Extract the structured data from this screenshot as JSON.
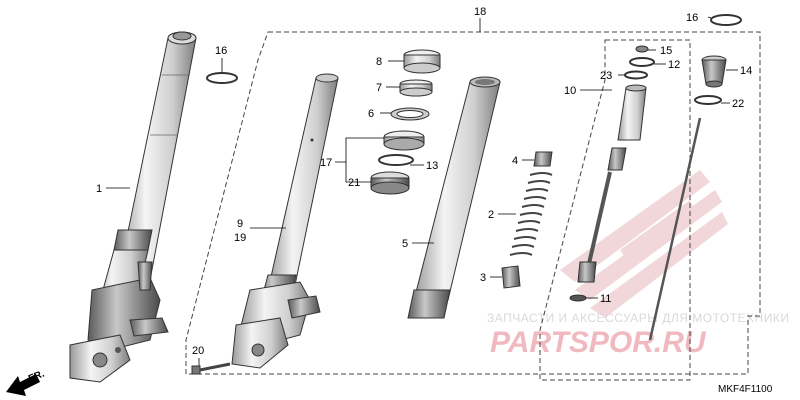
{
  "diagram": {
    "callouts": {
      "c1": "1",
      "c2": "2",
      "c3": "3",
      "c4": "4",
      "c5": "5",
      "c6": "6",
      "c7": "7",
      "c8": "8",
      "c9": "9",
      "c10": "10",
      "c11": "11",
      "c12": "12",
      "c13": "13",
      "c14": "14",
      "c15": "15",
      "c16a": "16",
      "c16b": "16",
      "c17": "17",
      "c18": "18",
      "c19": "19",
      "c20": "20",
      "c21": "21",
      "c22": "22",
      "c23": "23"
    },
    "direction_label": "FR.",
    "diagram_code": "MKF4F1100"
  },
  "watermark": {
    "tagline": "ЗАПЧАСТИ И АКСЕССУАРЫ ДЛЯ МОТОТЕХНИКИ",
    "brand": "PARTSPOR.RU"
  }
}
